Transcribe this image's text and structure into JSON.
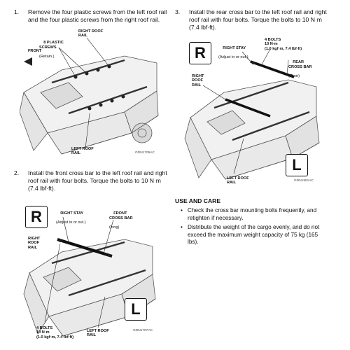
{
  "steps": [
    {
      "num": "1.",
      "text": "Remove the four plastic screws from the left roof rail and the four plastic screws from the right roof rail."
    },
    {
      "num": "2.",
      "text": "Install the front cross bar to the left roof rail and right roof rail with four bolts. Torque the bolts to 10 N·m (7.4 lbf·ft)."
    },
    {
      "num": "3.",
      "text": "Install the rear cross bar to the left roof rail and right roof rail with four bolts. Torque the bolts to 10 N·m (7.4 lbf·ft)."
    }
  ],
  "fig1": {
    "label_screws": "8 PLASTIC\nSCREWS",
    "label_screws_sub": "(Retain.)",
    "label_right_rail": "RIGHT ROOF\nRAIL",
    "label_front": "FRONT",
    "label_left_rail": "LEFT ROOF\nRAIL",
    "code": "GDN1706AC"
  },
  "fig2": {
    "badge_r": "R",
    "badge_l": "L",
    "label_right_stay": "RIGHT STAY",
    "label_right_stay_sub": "(Adjust in or out.)",
    "label_front_bar": "FRONT\nCROSS BAR",
    "label_front_bar_sub": "(long)",
    "label_right_rail": "RIGHT\nROOF\nRAIL",
    "label_bolts": "4 BOLTS\n10 N·m\n(1.0 kgf·m, 7.4 lbf·ft)",
    "label_left_rail": "LEFT ROOF\nRAIL",
    "code": "GDN1707AC"
  },
  "fig3": {
    "badge_r": "R",
    "badge_l": "L",
    "label_right_stay": "RIGHT STAY",
    "label_right_stay_sub": "(Adjust in or out.)",
    "label_bolts": "4 BOLTS\n10 N·m\n(1.0 kgf·m, 7.4 lbf·ft)",
    "label_rear_bar": "REAR\nCROSS BAR",
    "label_rear_bar_sub": "(short)",
    "label_right_rail": "RIGHT\nROOF\nRAIL",
    "label_left_rail": "LEFT ROOF\nRAIL",
    "code": "GDN1951AC"
  },
  "care": {
    "title": "USE AND CARE",
    "bullets": [
      "Check the cross bar mounting bolts frequently, and retighten if necessary.",
      "Distribute the weight of the cargo evenly, and do not exceed the maximum weight capacity of 75 kg (165 lbs)."
    ]
  }
}
